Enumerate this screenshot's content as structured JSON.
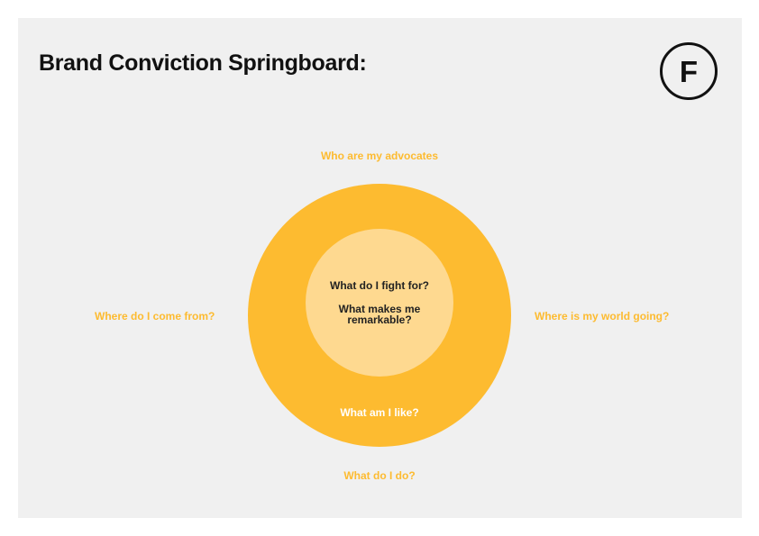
{
  "header": {
    "title": "Brand Conviction Springboard:",
    "logo_letter": "F"
  },
  "diagram": {
    "outer_labels": {
      "top": "Who are my advocates",
      "left": "Where do I come from?",
      "right": "Where is my world going?",
      "bottom": "What do I do?"
    },
    "inner_circle": {
      "line1": "What do I fight for?",
      "line2": "What makes me remarkable?"
    },
    "outer_ring": {
      "label": "What am I like?"
    },
    "colors": {
      "background": "#f0f0f0",
      "outer_ring": "#fdbb30",
      "inner_circle": "#fed990",
      "outside_text": "#fdbb30",
      "inner_text": "#222222",
      "ring_text": "#ffffff"
    }
  }
}
